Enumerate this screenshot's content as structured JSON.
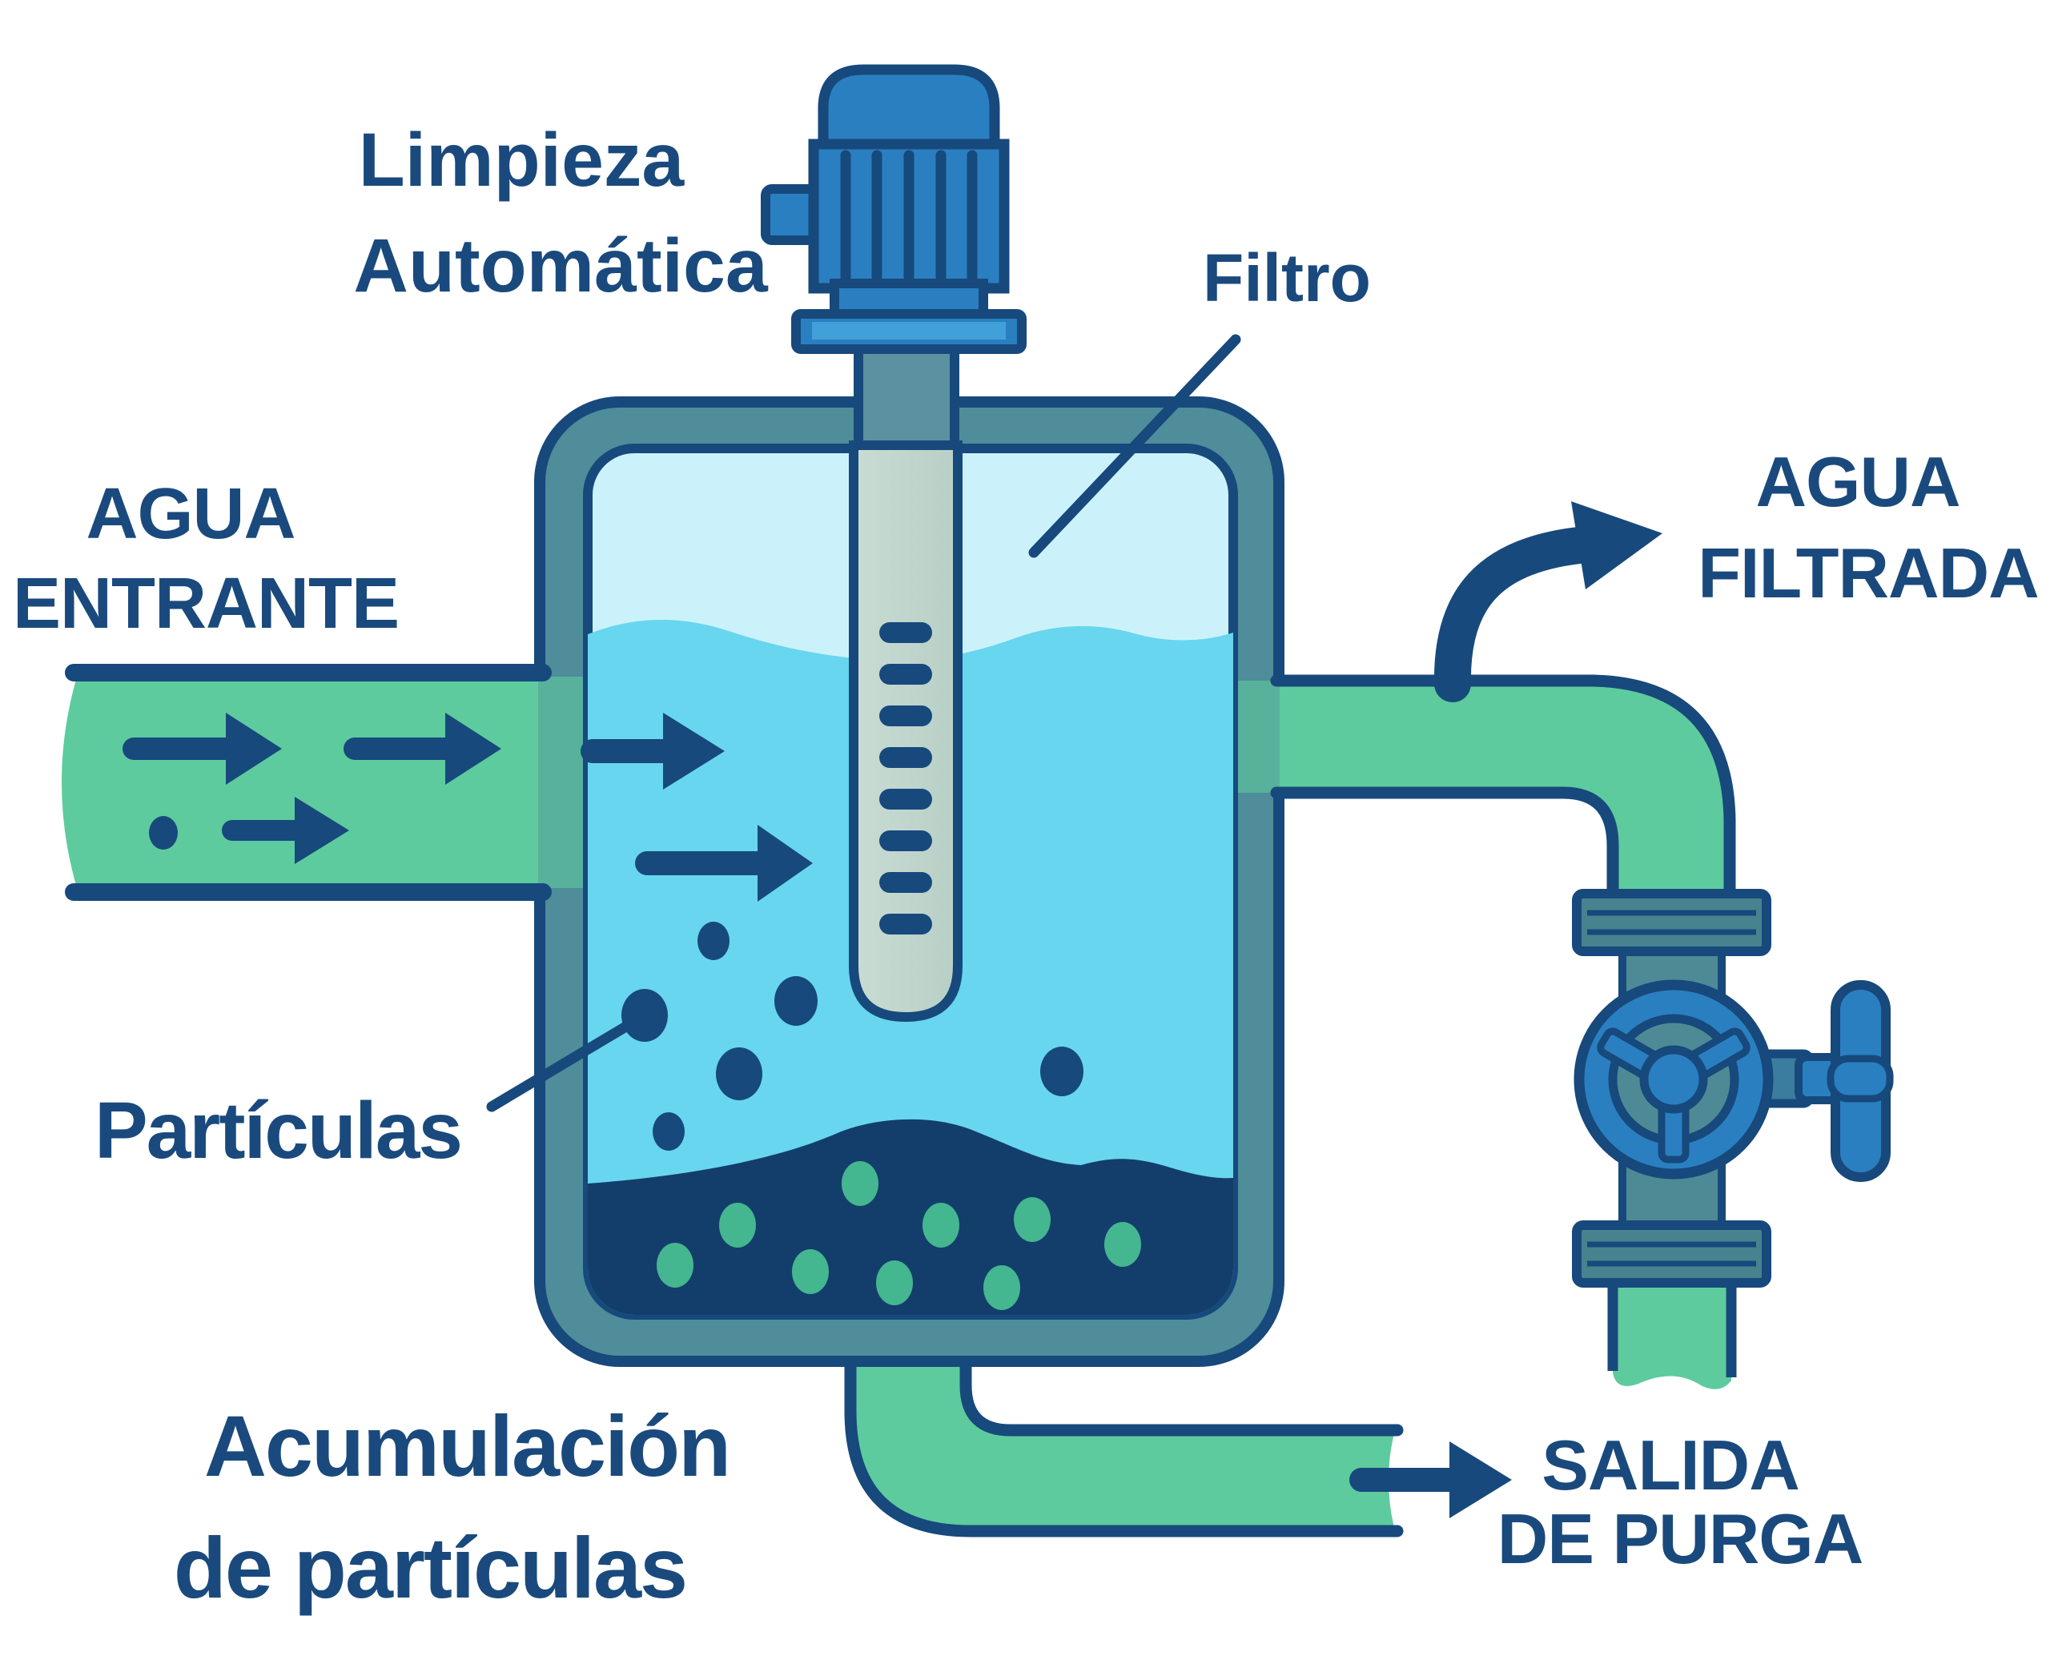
{
  "title": "Diagrama de filtro de agua con limpieza automática",
  "labels": {
    "cleaning_line1": "Limpieza",
    "cleaning_line2": "Automática",
    "filter": "Filtro",
    "incoming_line1": "AGUA",
    "incoming_line2": "ENTRANTE",
    "filtered_line1": "AGUA",
    "filtered_line2": "FILTRADA",
    "particles": "Partículas",
    "accumulation_line1": "Acumulación",
    "accumulation_line2": "de partículas",
    "purge_line1": "SALIDA",
    "purge_line2": "DE PURGA"
  },
  "icons": {
    "motor_icon": "electric-pump-motor",
    "valve_wheel_icon": "handwheel-gate-valve",
    "flow_arrow_icon": "→",
    "curved_arrow_icon": "↱",
    "filter_rod_icon": "slotted-filter-cartridge"
  },
  "colors": {
    "text": "#1a4a7d",
    "outline": "#17497c",
    "motor_blue": "#2a7fc1",
    "motor_blue_light": "#41a0d8",
    "tank_wall": "#4e8d99",
    "flange_teal": "#46838e",
    "neck_teal": "#4e8a95",
    "stem_blue": "#3b7d9e",
    "shaft": "#5b91a0",
    "rod": "#b7cfc6",
    "rod_light": "#c9dcd4",
    "water_light": "#cbf2fb",
    "water": "#68d6ee",
    "sediment": "#133e6b",
    "pipe_green": "#5dcb9e",
    "dot_green": "#44b690",
    "background": "#ffffff"
  }
}
